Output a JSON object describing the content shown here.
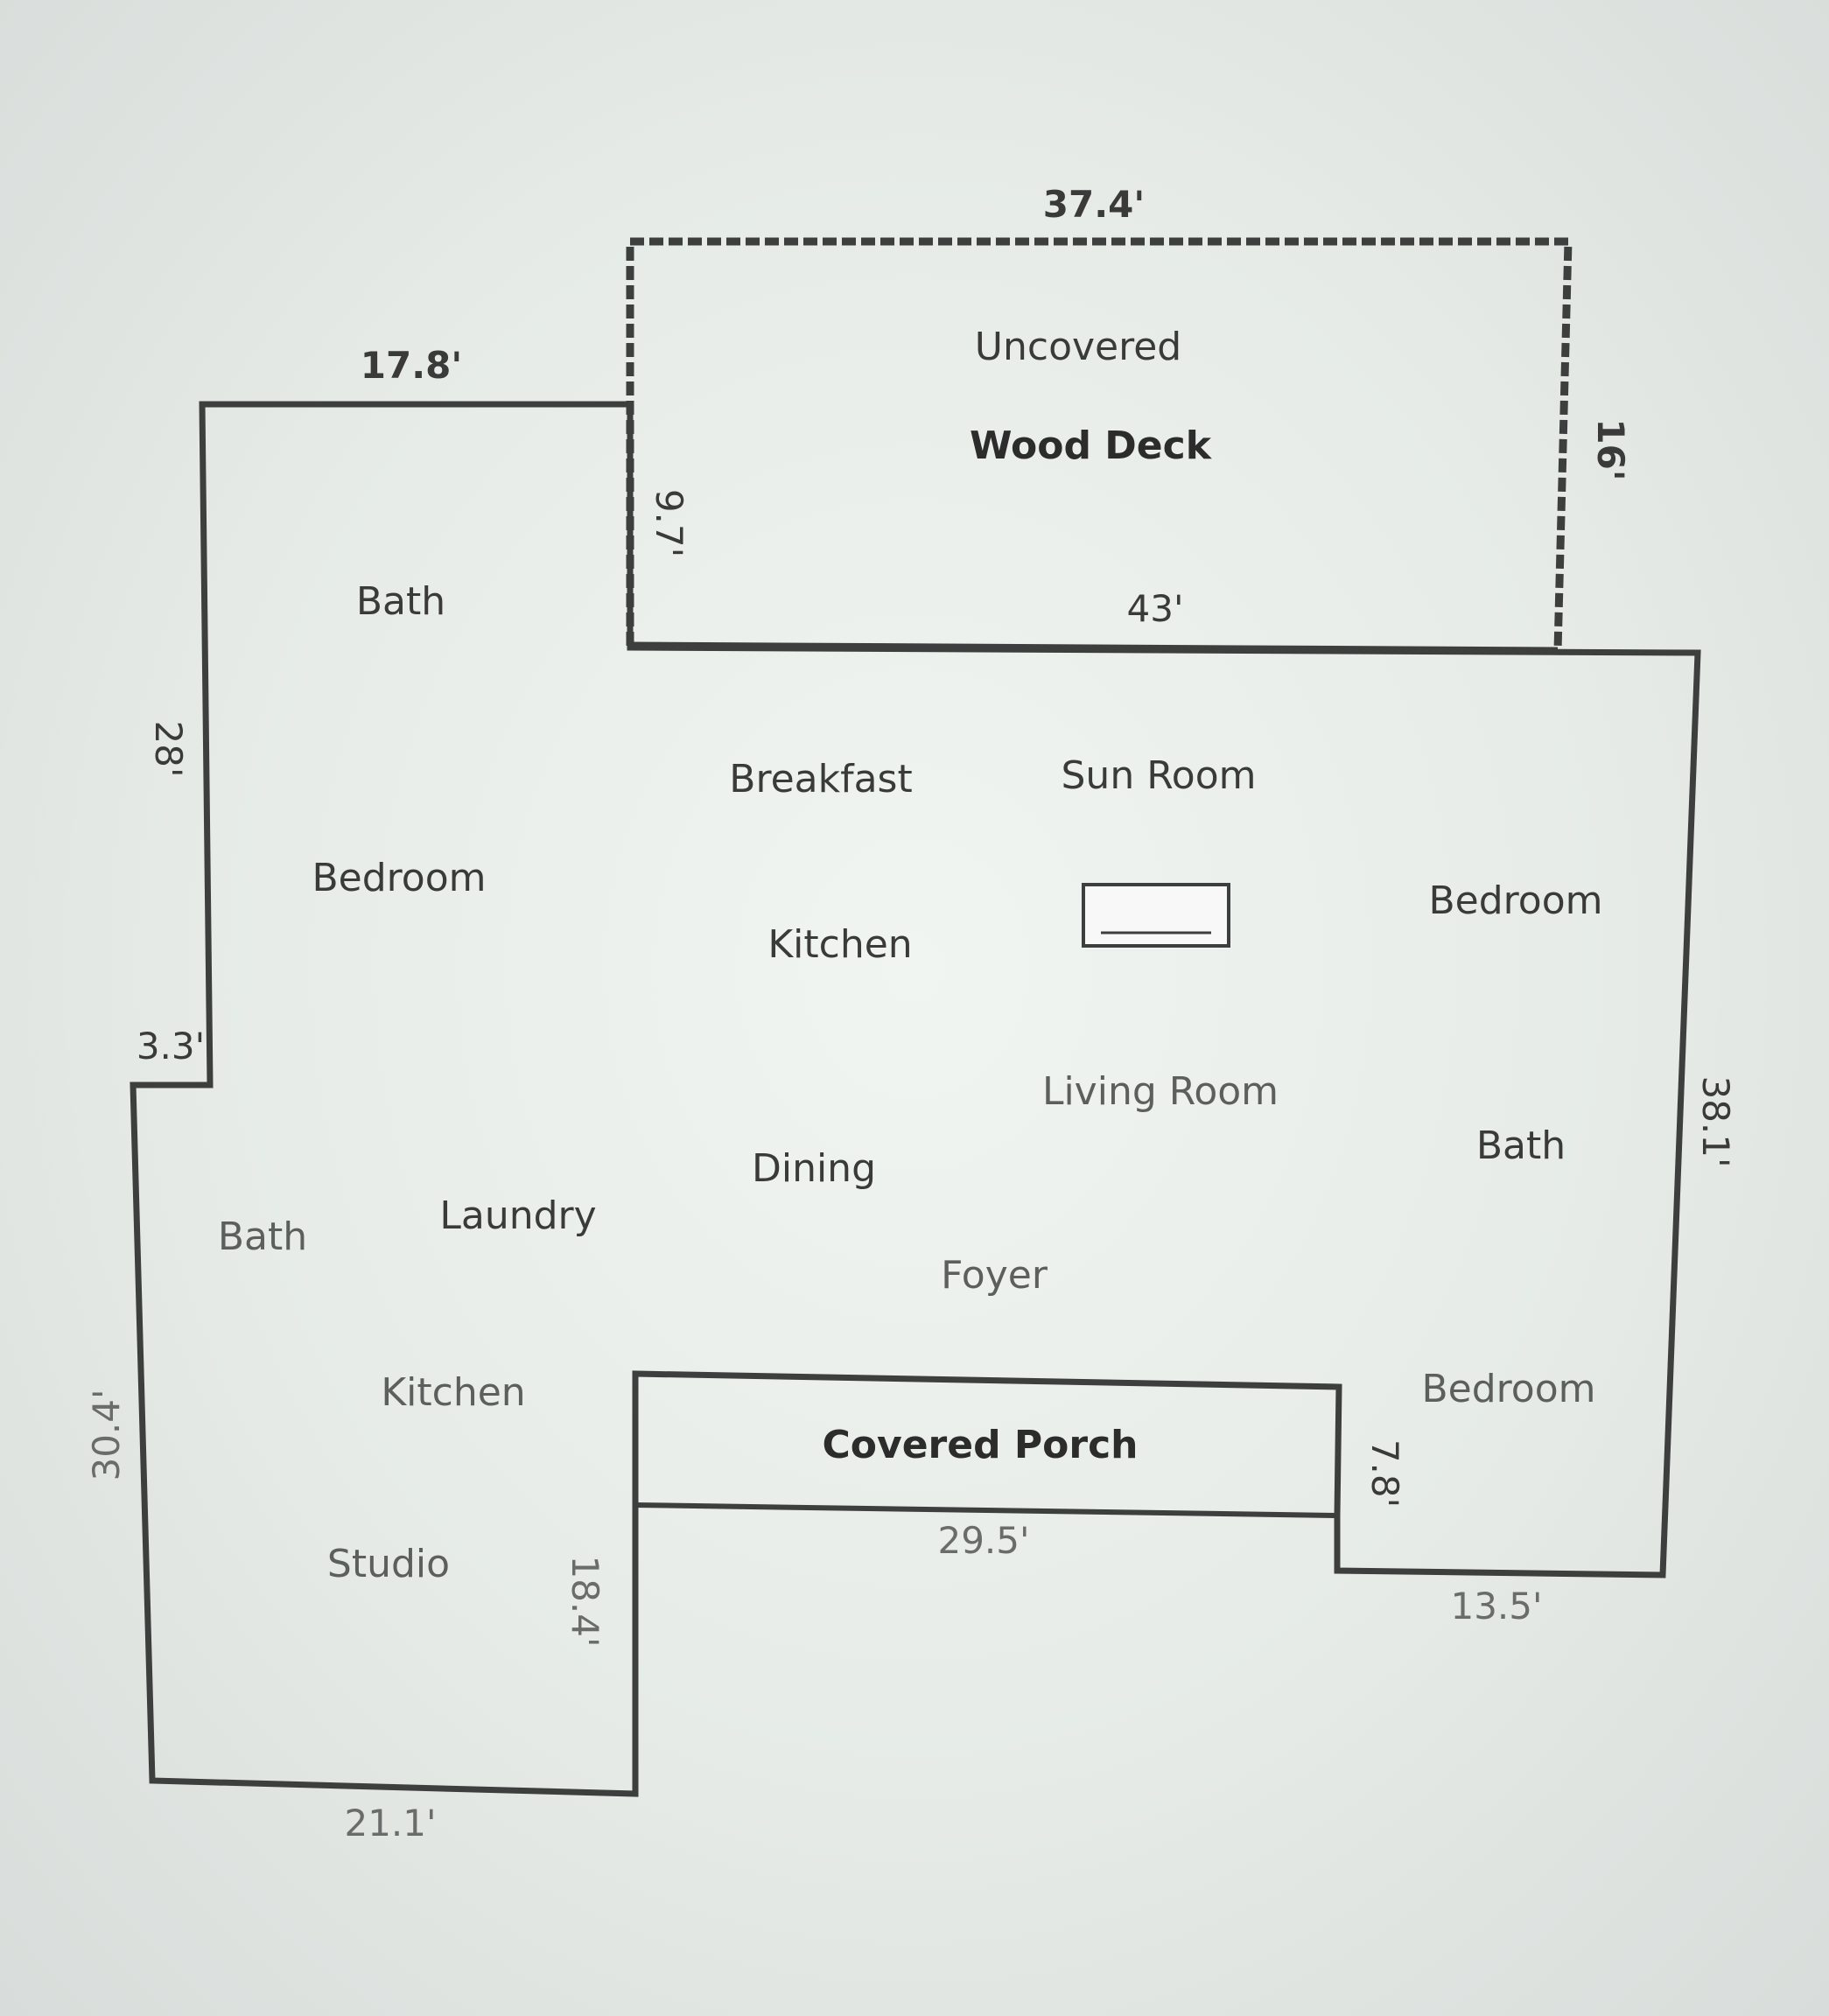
{
  "deck": {
    "line1": "Uncovered",
    "line2": "Wood Deck"
  },
  "rooms": {
    "bath_upper_left": "Bath",
    "bedroom_left": "Bedroom",
    "breakfast": "Breakfast",
    "sun_room": "Sun Room",
    "kitchen_main": "Kitchen",
    "bedroom_right_upper": "Bedroom",
    "living_room": "Living Room",
    "bath_right": "Bath",
    "dining": "Dining",
    "bath_lower_left": "Bath",
    "laundry": "Laundry",
    "foyer": "Foyer",
    "kitchen_studio": "Kitchen",
    "studio": "Studio",
    "bedroom_right_lower": "Bedroom",
    "covered_porch": "Covered Porch"
  },
  "dimensions": {
    "deck_top": "37.4'",
    "deck_right": "16'",
    "deck_left": "9.7'",
    "deck_bottom": "43'",
    "left_top": "17.8'",
    "left_upper_side": "28'",
    "left_step": "3.3'",
    "left_lower_side": "30.4'",
    "bottom_left": "21.1'",
    "studio_inner": "18.4'",
    "porch_bottom": "29.5'",
    "porch_right": "7.8'",
    "bottom_right": "13.5'",
    "right_side": "38.1'"
  }
}
